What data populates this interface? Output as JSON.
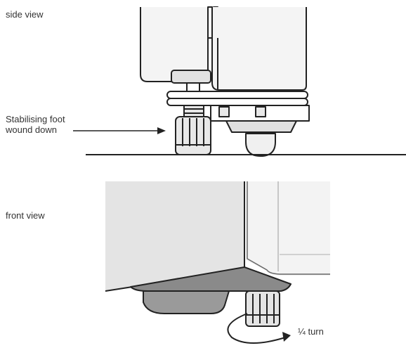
{
  "labels": {
    "side_view": "side view",
    "foot_line1": "Stabilising foot",
    "foot_line2": "wound down",
    "front_view": "front view",
    "quarter_turn": "¼ turn"
  }
}
